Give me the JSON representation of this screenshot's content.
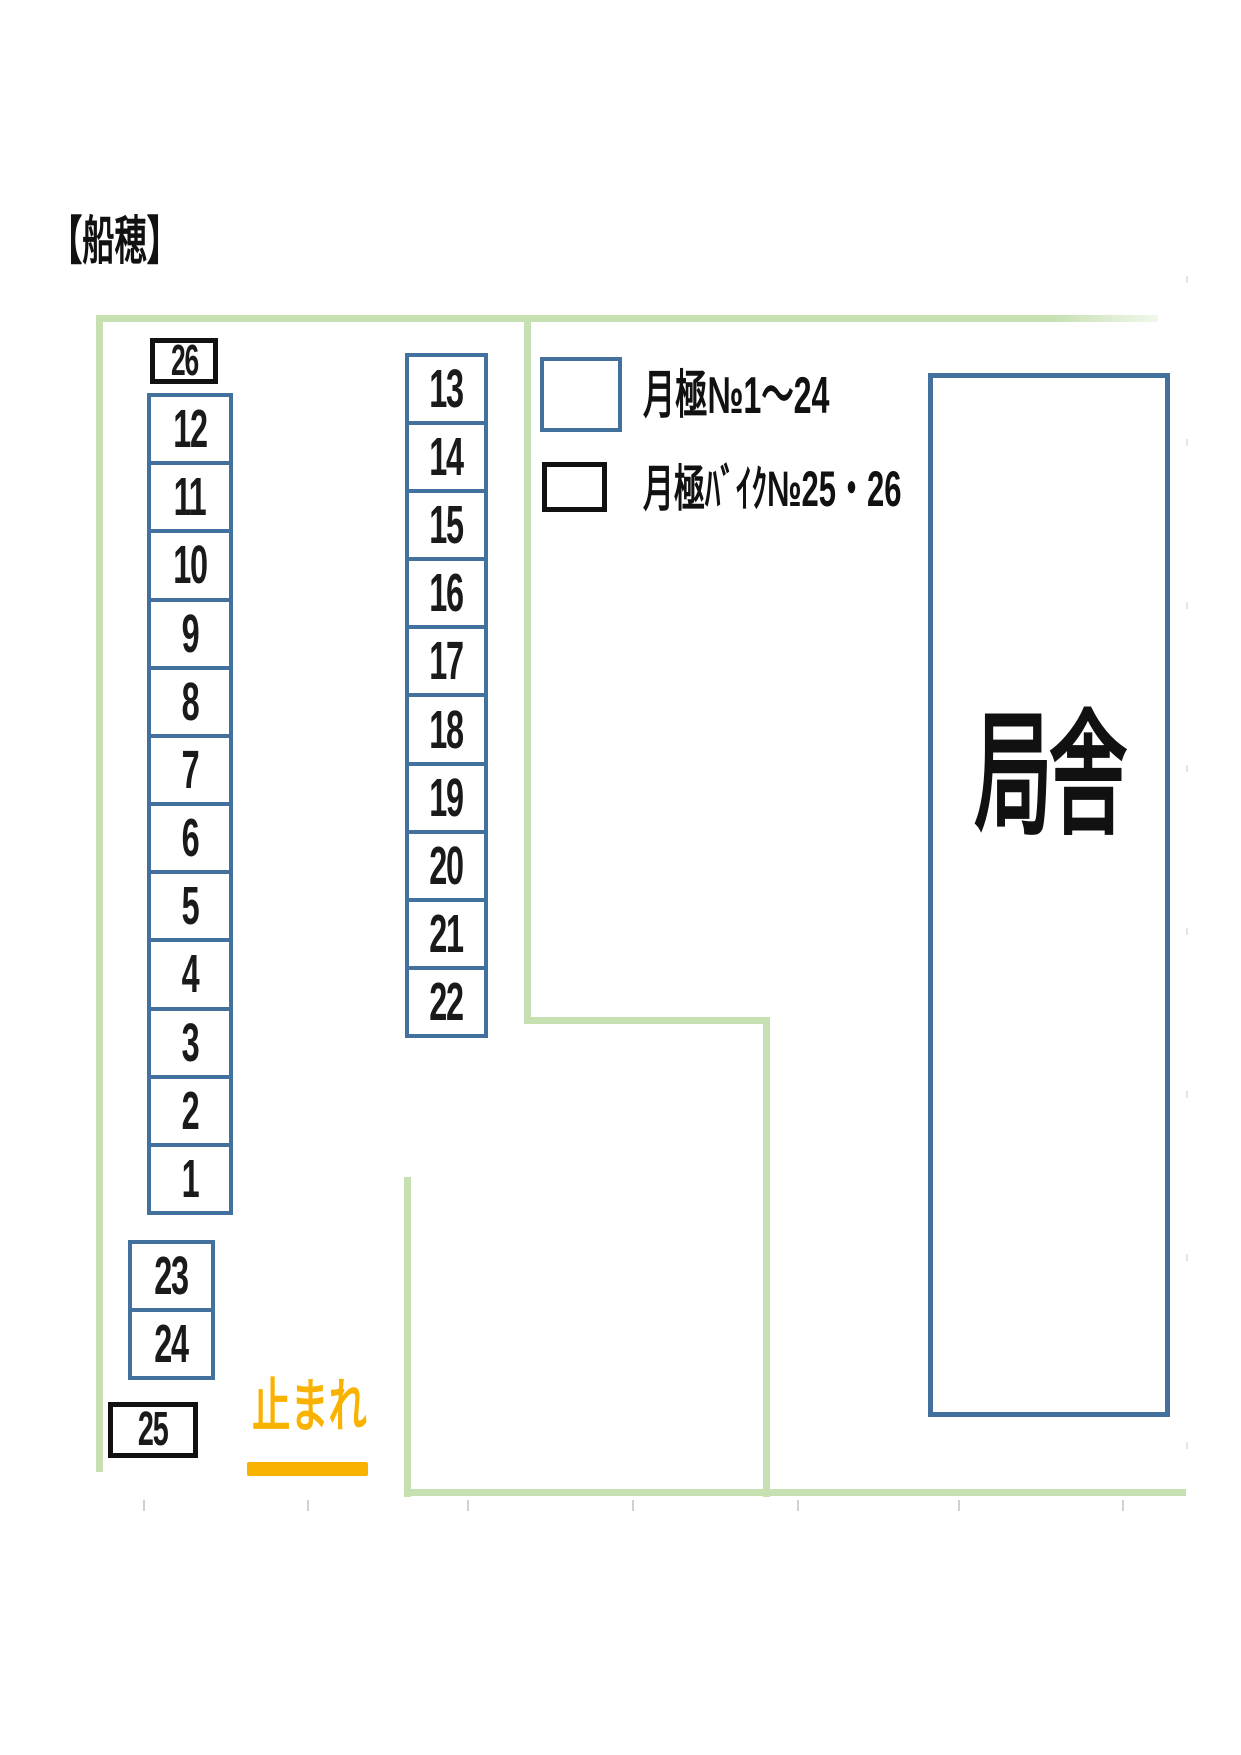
{
  "page": {
    "title": "【船穂】"
  },
  "legend": {
    "items": [
      {
        "swatch": "blue",
        "label": "月極№1～24"
      },
      {
        "swatch": "black",
        "label": "月極ﾊﾞｲｸ№25・26"
      }
    ]
  },
  "parking": {
    "bike_top": "26",
    "left_column": [
      "12",
      "11",
      "10",
      "9",
      "8",
      "7",
      "6",
      "5",
      "4",
      "3",
      "2",
      "1"
    ],
    "left_bottom_pair": [
      "23",
      "24"
    ],
    "bike_bottom": "25",
    "middle_column": [
      "13",
      "14",
      "15",
      "16",
      "17",
      "18",
      "19",
      "20",
      "21",
      "22"
    ]
  },
  "building": {
    "label": "局舎"
  },
  "stop_sign": {
    "label": "止まれ"
  },
  "colors": {
    "boundary_green": "#c6e0b2",
    "spot_border_blue": "#41719c",
    "bike_border_black": "#111111",
    "stop_orange": "#f9b200"
  }
}
